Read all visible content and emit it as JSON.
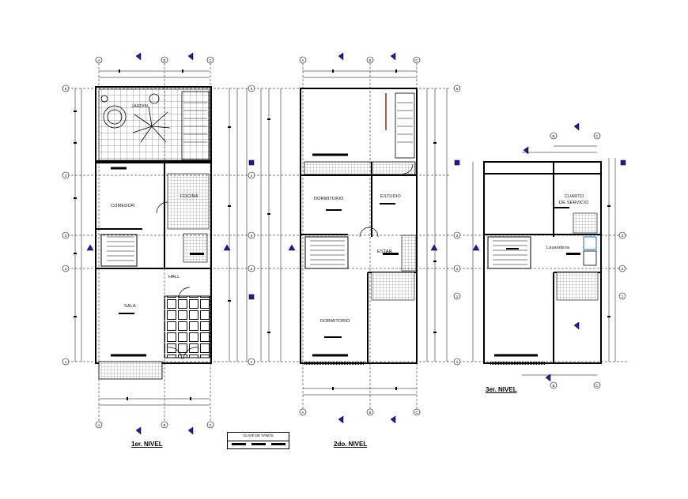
{
  "levels": {
    "first": {
      "title": "1er. NIVEL",
      "rooms": [
        "JARDIN",
        "COCINA",
        "COMEDOR",
        "HALL",
        "SALA"
      ]
    },
    "second": {
      "title": "2do. NIVEL",
      "rooms": [
        "DORMITORIO",
        "ESTUDIO",
        "ESTAR",
        "DORMITORIO"
      ]
    },
    "third": {
      "title": "3er. NIVEL",
      "rooms": [
        "CUARTO",
        "DE SERVICIO",
        "Lavanderia"
      ]
    }
  },
  "legend": {
    "title": "CLAVE DE VANOS"
  },
  "axis_letters": [
    "A",
    "B",
    "C"
  ],
  "axis_numbers": [
    "1",
    "2",
    "3",
    "4",
    "5"
  ],
  "colors": {
    "ink": "#000000",
    "accent": "#1f1f8f",
    "paper": "#ffffff"
  }
}
